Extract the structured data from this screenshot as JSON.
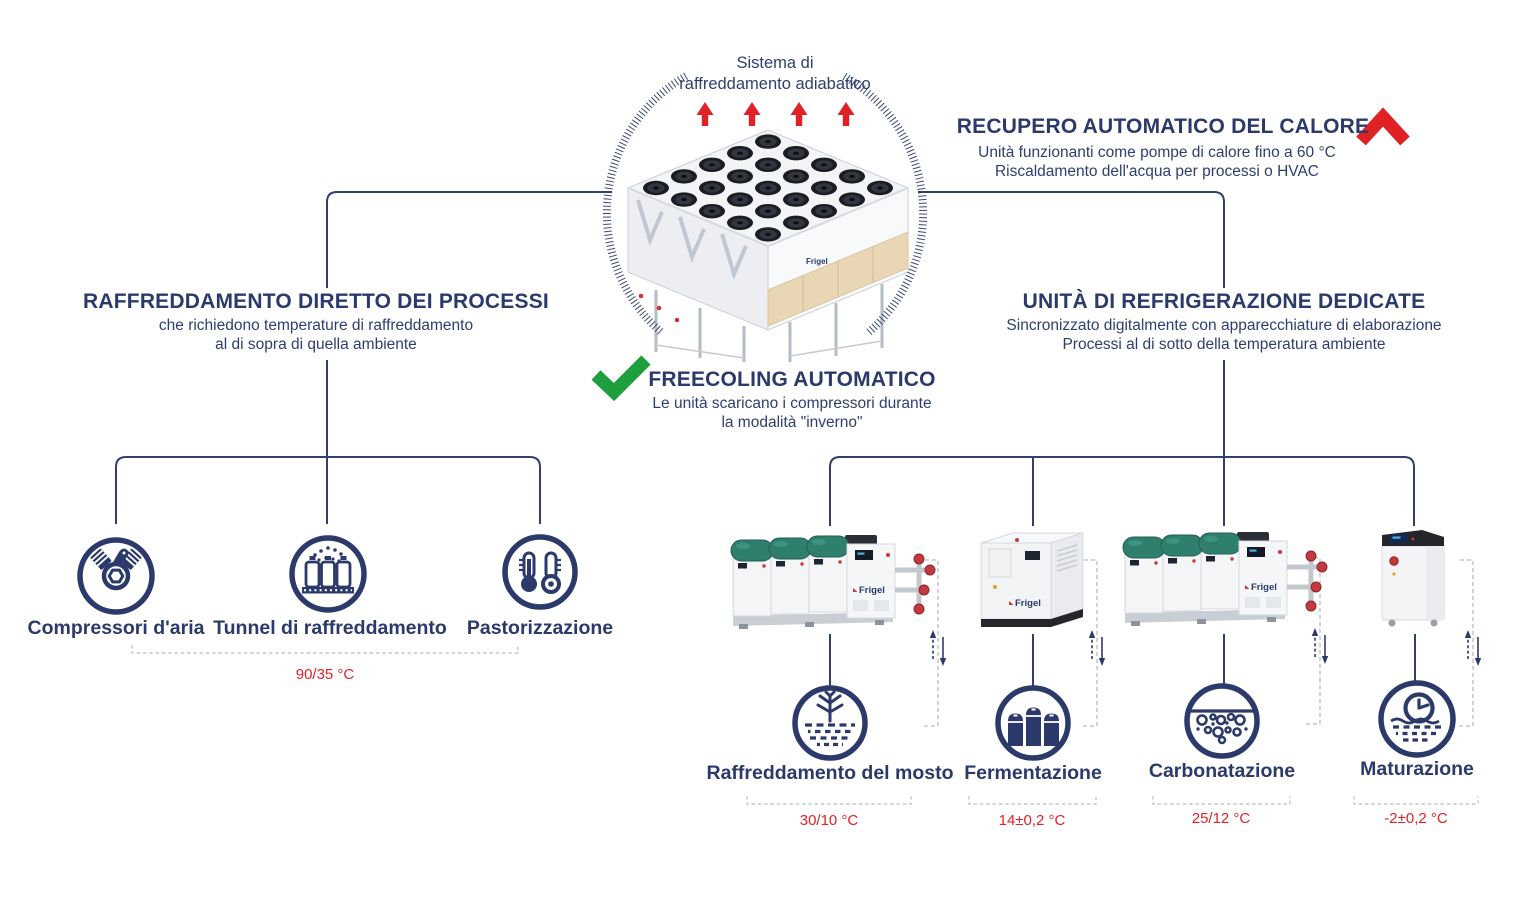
{
  "brand": {
    "name": "Frigel"
  },
  "adiabatic_system": {
    "label_line1": "Sistema di",
    "label_line2": "raffreddamento adiabatico"
  },
  "heat_recovery": {
    "title": "RECUPERO AUTOMATICO DEL CALORE",
    "subtitle_line1": "Unità funzionanti come pompe di calore fino a 60 °C",
    "subtitle_line2": "Riscaldamento dell'acqua per processi o HVAC"
  },
  "direct_process_cooling": {
    "title": "RAFFREDDAMENTO DIRETTO DEI PROCESSI",
    "subtitle_line1": "che richiedono temperature di raffreddamento",
    "subtitle_line2": "al di sopra di quella ambiente",
    "temperature_range": "90/35 °C",
    "applications": [
      {
        "label": "Compressori d'aria"
      },
      {
        "label": "Tunnel di raffreddamento"
      },
      {
        "label": "Pastorizzazione"
      }
    ]
  },
  "automatic_freecooling": {
    "title": "FREECOLING AUTOMATICO",
    "subtitle_line1": "Le unità scaricano i compressori durante",
    "subtitle_line2": "la modalità \"inverno\""
  },
  "dedicated_refrigeration": {
    "title": "UNITÀ DI REFRIGERAZIONE DEDICATE",
    "subtitle_line1": "Sincronizzato digitalmente con apparecchiature di elaborazione",
    "subtitle_line2": "Processi al di sotto della temperatura ambiente",
    "applications": [
      {
        "label": "Raffreddamento del mosto",
        "temperature": "30/10 °C"
      },
      {
        "label": "Fermentazione",
        "temperature": "14±0,2 °C"
      },
      {
        "label": "Carbonatazione",
        "temperature": "25/12 °C"
      },
      {
        "label": "Maturazione",
        "temperature": "-2±0,2 °C"
      }
    ]
  },
  "colors": {
    "navy": "#2b3a6b",
    "red": "#e02227",
    "green": "#1f9e3d",
    "machine_green": "#2e7f6e",
    "hopper_tan": "#e9d6b4",
    "dash_gray": "#c6c8cc"
  }
}
